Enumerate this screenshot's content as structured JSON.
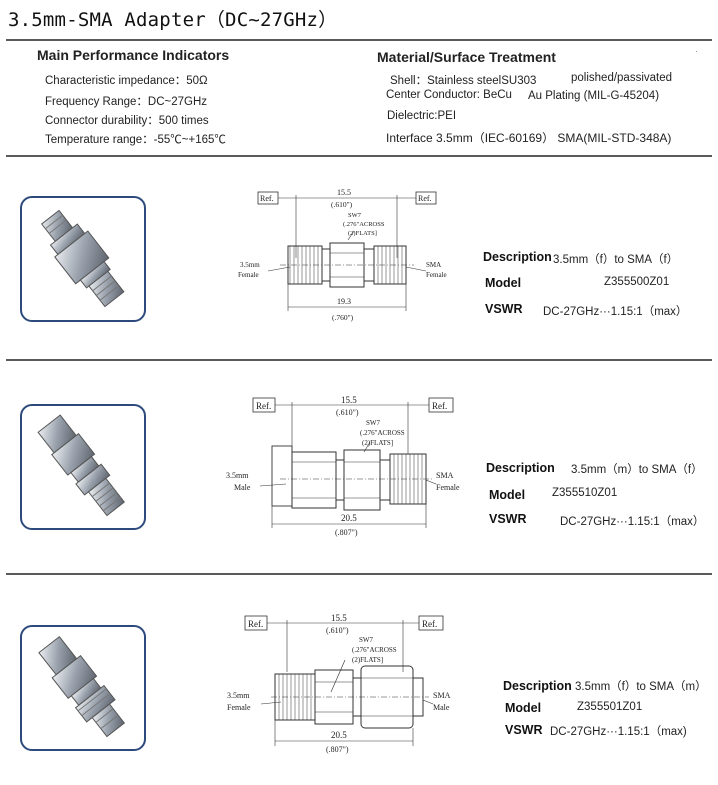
{
  "page": {
    "title": "3.5mm-SMA Adapter（DC~27GHz）"
  },
  "main_performance": {
    "heading": "Main Performance Indicators",
    "items": [
      "Characteristic impedance：50Ω",
      "Frequency Range：DC~27GHz",
      "Connector durability：500 times",
      "Temperature range：-55℃~+165℃"
    ]
  },
  "material": {
    "heading": "Material/Surface Treatment",
    "shell": "Shell：Stainless steelSU303",
    "shell_finish": "polished/passivated",
    "center": "Center Conductor: BeCu",
    "center_finish": "Au Plating (MIL-G-45204)",
    "dielectric": "Dielectric:PEI",
    "interface": "Interface  3.5mm（IEC-60169）  SMA(MIL-STD-348A)"
  },
  "drawing_common": {
    "ref": "Ref.",
    "sw_1": "SW7",
    "sw_2": "(.276\"ACROSS",
    "sw_3": "(2)FLATS]"
  },
  "products": [
    {
      "left_label_1": "3.5mm",
      "left_label_2": "Female",
      "right_label_1": "SMA",
      "right_label_2": "Female",
      "dim_top": "15.5",
      "dim_top_in": "(.610\")",
      "dim_bottom": "19.3",
      "dim_bottom_in": "(.760\")",
      "description_label": "Description",
      "description": "3.5mm（f）to SMA（f）",
      "model_label": "Model",
      "model": "Z355500Z01",
      "vswr_label": "VSWR",
      "vswr": "DC-27GHz···1.15:1（max）"
    },
    {
      "left_label_1": "3.5mm",
      "left_label_2": "Male",
      "right_label_1": "SMA",
      "right_label_2": "Female",
      "dim_top": "15.5",
      "dim_top_in": "(.610\")",
      "dim_bottom": "20.5",
      "dim_bottom_in": "(.807\")",
      "description_label": "Description",
      "description": "3.5mm（m）to SMA（f）",
      "model_label": "Model",
      "model": "Z355510Z01",
      "vswr_label": "VSWR",
      "vswr": "DC-27GHz···1.15:1（max）"
    },
    {
      "left_label_1": "3.5mm",
      "left_label_2": "Female",
      "right_label_1": "SMA",
      "right_label_2": "Male",
      "dim_top": "15.5",
      "dim_top_in": "(.610\")",
      "dim_bottom": "20.5",
      "dim_bottom_in": "(.807\")",
      "description_label": "Description",
      "description": "3.5mm（f）to SMA（m）",
      "model_label": "Model",
      "model": "Z355501Z01",
      "vswr_label": "VSWR",
      "vswr": "DC-27GHz···1.15:1（max)"
    }
  ]
}
